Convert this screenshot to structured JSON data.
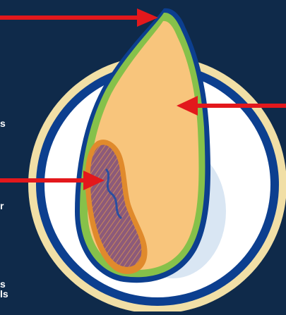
{
  "colors": {
    "background": "#0f2a4a",
    "plate_rim": "#f1dfa6",
    "plate_band": "#0c3f8f",
    "plate_face": "#ffffff",
    "plate_shadow": "#cfe0f0",
    "hull": "#86c14a",
    "hull_edge": "#0c3f8f",
    "endosperm": "#f8c57c",
    "germ_edge": "#e08a2c",
    "germ_fill": "#8c5a7a",
    "arrow": "#e3181c"
  },
  "edge_text_fragments": [
    {
      "id": "frag-1",
      "text": "s"
    },
    {
      "id": "frag-2",
      "text": "r"
    },
    {
      "id": "frag-3",
      "text": "s"
    },
    {
      "id": "frag-4",
      "text": "ls"
    }
  ],
  "labels_offscreen": [
    "hull-arrow",
    "endosperm-arrow",
    "germ-arrow"
  ]
}
